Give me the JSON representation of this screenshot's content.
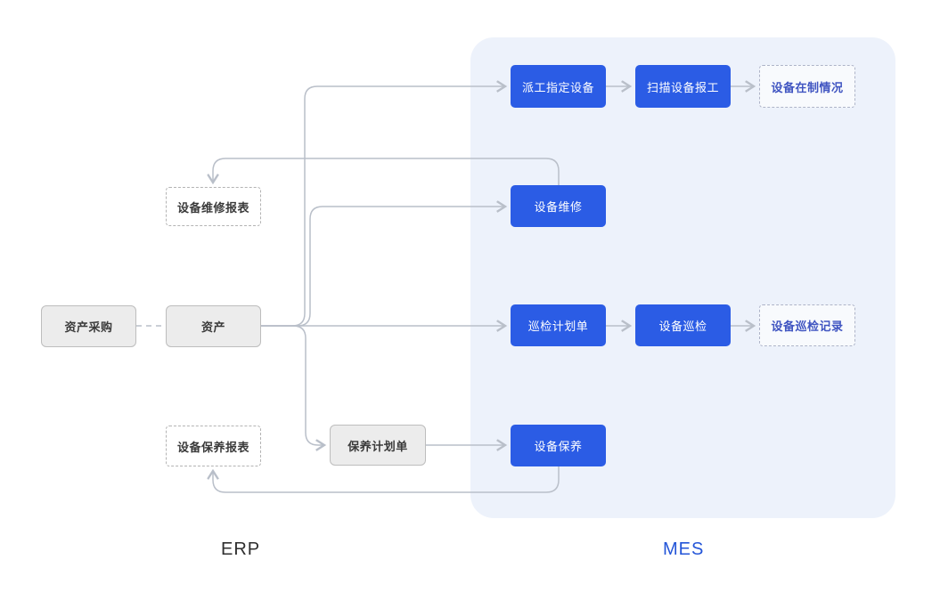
{
  "diagram": {
    "title": "ERP-MES equipment management flow",
    "zones": {
      "erp_label": "ERP",
      "mes_label": "MES"
    },
    "nodes": {
      "asset_purchase": {
        "label": "资产采购",
        "zone": "ERP",
        "style": "gray"
      },
      "asset": {
        "label": "资产",
        "zone": "ERP",
        "style": "gray"
      },
      "repair_report": {
        "label": "设备维修报表",
        "zone": "ERP",
        "style": "dashed"
      },
      "maintenance_report": {
        "label": "设备保养报表",
        "zone": "ERP",
        "style": "dashed"
      },
      "maintenance_plan": {
        "label": "保养计划单",
        "zone": "ERP",
        "style": "gray"
      },
      "dispatch_assign": {
        "label": "派工指定设备",
        "zone": "MES",
        "style": "blue"
      },
      "scan_report": {
        "label": "扫描设备报工",
        "zone": "MES",
        "style": "blue"
      },
      "wip_status": {
        "label": "设备在制情况",
        "zone": "MES",
        "style": "dashed-blue"
      },
      "equipment_repair": {
        "label": "设备维修",
        "zone": "MES",
        "style": "blue"
      },
      "inspection_plan": {
        "label": "巡检计划单",
        "zone": "MES",
        "style": "blue"
      },
      "equipment_inspection": {
        "label": "设备巡检",
        "zone": "MES",
        "style": "blue"
      },
      "inspection_record": {
        "label": "设备巡检记录",
        "zone": "MES",
        "style": "dashed-blue"
      },
      "equipment_maintenance": {
        "label": "设备保养",
        "zone": "MES",
        "style": "blue"
      }
    },
    "edges": [
      {
        "from": "资产采购",
        "to": "资产",
        "style": "dashed"
      },
      {
        "from": "资产",
        "to": "派工指定设备",
        "style": "arrow"
      },
      {
        "from": "资产",
        "to": "设备维修",
        "style": "arrow"
      },
      {
        "from": "资产",
        "to": "巡检计划单",
        "style": "arrow"
      },
      {
        "from": "资产",
        "to": "保养计划单",
        "style": "arrow"
      },
      {
        "from": "派工指定设备",
        "to": "扫描设备报工",
        "style": "arrow"
      },
      {
        "from": "扫描设备报工",
        "to": "设备在制情况",
        "style": "arrow"
      },
      {
        "from": "巡检计划单",
        "to": "设备巡检",
        "style": "arrow"
      },
      {
        "from": "设备巡检",
        "to": "设备巡检记录",
        "style": "arrow"
      },
      {
        "from": "保养计划单",
        "to": "设备保养",
        "style": "arrow"
      },
      {
        "from": "设备维修",
        "to": "设备维修报表",
        "style": "arrow"
      },
      {
        "from": "设备保养",
        "to": "设备保养报表",
        "style": "arrow"
      }
    ],
    "colors": {
      "accent_blue": "#2b5ce5",
      "mes_panel": "#edf2fb",
      "gray_fill": "#ececec",
      "line": "#b9bfc9",
      "mes_label": "#2355d8",
      "dashed_mes_text": "#3f54c1"
    }
  }
}
